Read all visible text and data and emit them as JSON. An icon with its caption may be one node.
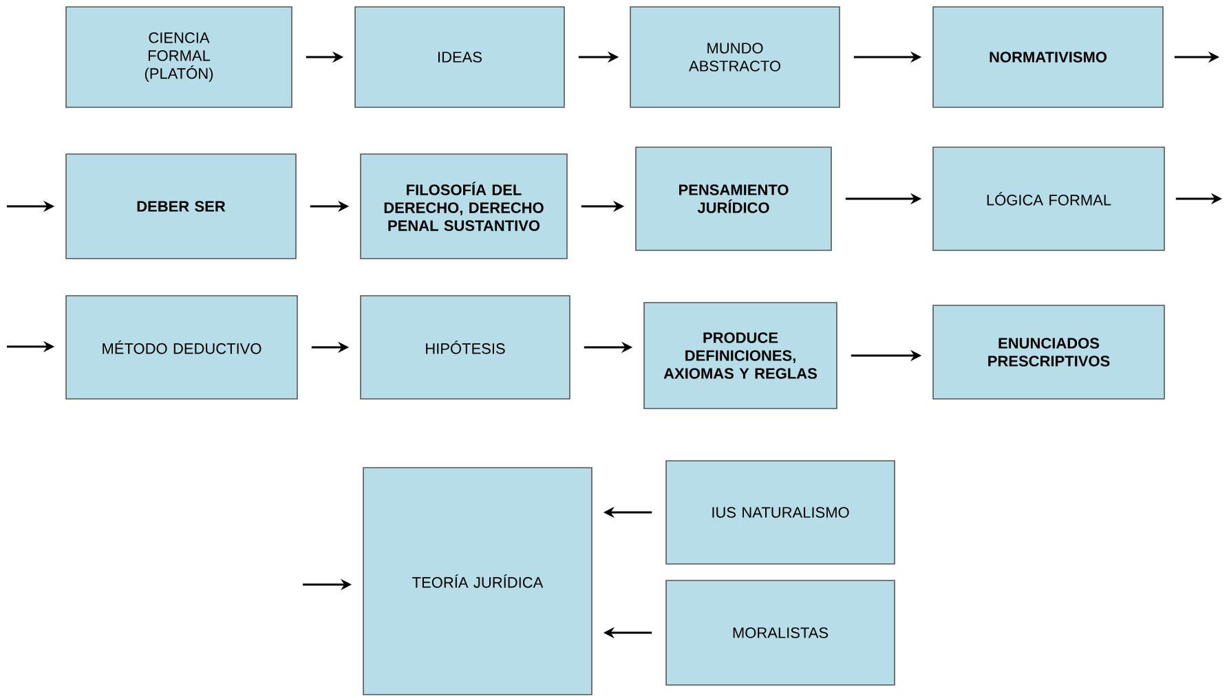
{
  "diagram": {
    "nodes": [
      {
        "text": [
          "CIENCIA FORMAL (PLATÓN)"
        ]
      },
      {
        "text": [
          "IDEAS"
        ]
      },
      {
        "text": [
          "MUNDO ABSTRACTO"
        ]
      },
      {
        "text": [
          "NORMATIVISMO"
        ]
      },
      {
        "text": [
          "DEBER SER"
        ]
      },
      {
        "text": [
          "FILOSOFÍA DEL DERECHO, DERECHO PENAL SUSTANTIVO"
        ]
      },
      {
        "text": [
          "PENSAMIENTO JURÍDICO"
        ]
      },
      {
        "text": [
          "LÓGICA FORMAL"
        ]
      },
      {
        "text": [
          "MÉTODO DEDUCTIVO"
        ]
      },
      {
        "text": [
          "HIPÓTESIS"
        ]
      },
      {
        "text": [
          "PRODUCE DEFINICIONES, AXIOMAS Y REGLAS"
        ]
      },
      {
        "text": [
          "ENUNCIADOS PRESCRIPTIVOS"
        ]
      },
      {
        "text": [
          "TEORÍA JURÍDICA"
        ]
      },
      {
        "text": [
          "IUS NATURALISMO"
        ]
      },
      {
        "text": [
          "MORALISTAS"
        ]
      }
    ],
    "edges": [
      {
        "from": 0,
        "to": 1,
        "arrow": "to"
      },
      {
        "from": 1,
        "to": 2,
        "arrow": "to"
      },
      {
        "from": 2,
        "to": 3,
        "arrow": "to"
      },
      {
        "from": 3,
        "to": null,
        "arrow": "to"
      },
      {
        "from": null,
        "to": 4,
        "arrow": "to"
      },
      {
        "from": 4,
        "to": 5,
        "arrow": "to"
      },
      {
        "from": 5,
        "to": 6,
        "arrow": "to"
      },
      {
        "from": 6,
        "to": 7,
        "arrow": "to"
      },
      {
        "from": 7,
        "to": null,
        "arrow": "to"
      },
      {
        "from": null,
        "to": 8,
        "arrow": "to"
      },
      {
        "from": 8,
        "to": 9,
        "arrow": "to"
      },
      {
        "from": 9,
        "to": 10,
        "arrow": "to"
      },
      {
        "from": 10,
        "to": 11,
        "arrow": "to"
      },
      {
        "from": null,
        "to": 12,
        "arrow": "to"
      },
      {
        "from": 13,
        "to": 12,
        "arrow": "to"
      },
      {
        "from": 14,
        "to": 12,
        "arrow": "to"
      }
    ]
  }
}
